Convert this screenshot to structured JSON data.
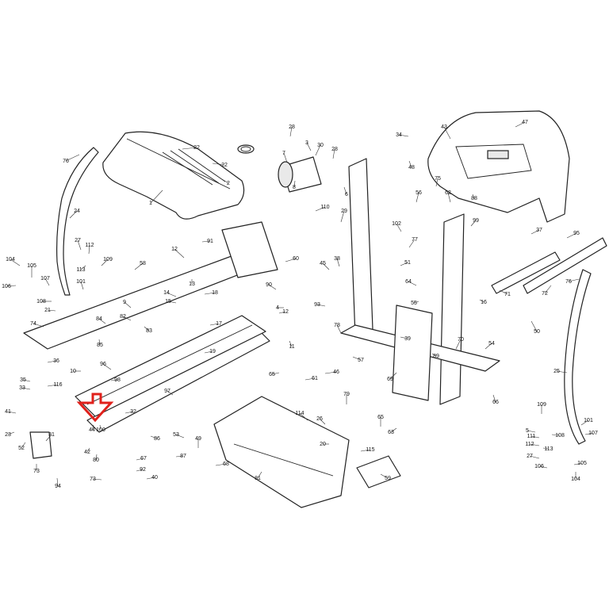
{
  "colors": {
    "line": "#222222",
    "highlight_arrow": "#e0201b",
    "background": "#ffffff"
  },
  "callouts": [
    {
      "id": "c76a",
      "label": "76"
    },
    {
      "id": "c24",
      "label": "24"
    },
    {
      "id": "c1",
      "label": "1"
    },
    {
      "id": "c22a",
      "label": "22"
    },
    {
      "id": "c22b",
      "label": "22"
    },
    {
      "id": "c2a",
      "label": "2"
    },
    {
      "id": "c28a",
      "label": "28"
    },
    {
      "id": "c7",
      "label": "7"
    },
    {
      "id": "c30",
      "label": "30"
    },
    {
      "id": "c8",
      "label": "8"
    },
    {
      "id": "c28b",
      "label": "28"
    },
    {
      "id": "c3",
      "label": "3"
    },
    {
      "id": "c34",
      "label": "34"
    },
    {
      "id": "c48a",
      "label": "48"
    },
    {
      "id": "c43",
      "label": "43"
    },
    {
      "id": "c47",
      "label": "47"
    },
    {
      "id": "c104a",
      "label": "104"
    },
    {
      "id": "c105a",
      "label": "105"
    },
    {
      "id": "c106a",
      "label": "106"
    },
    {
      "id": "c107a",
      "label": "107"
    },
    {
      "id": "c108a",
      "label": "108"
    },
    {
      "id": "c27a",
      "label": "27"
    },
    {
      "id": "c112a",
      "label": "112"
    },
    {
      "id": "c109a",
      "label": "109"
    },
    {
      "id": "c113a",
      "label": "113"
    },
    {
      "id": "c58a",
      "label": "58"
    },
    {
      "id": "c101a",
      "label": "101"
    },
    {
      "id": "c9",
      "label": "9"
    },
    {
      "id": "c12a",
      "label": "12"
    },
    {
      "id": "c60",
      "label": "60"
    },
    {
      "id": "c110",
      "label": "110"
    },
    {
      "id": "c29",
      "label": "29"
    },
    {
      "id": "c56",
      "label": "56"
    },
    {
      "id": "c62",
      "label": "62"
    },
    {
      "id": "c75",
      "label": "75"
    },
    {
      "id": "c88",
      "label": "88"
    },
    {
      "id": "c99",
      "label": "99"
    },
    {
      "id": "c102",
      "label": "102"
    },
    {
      "id": "c51",
      "label": "51"
    },
    {
      "id": "c45",
      "label": "45"
    },
    {
      "id": "c38a",
      "label": "38"
    },
    {
      "id": "c64",
      "label": "64"
    },
    {
      "id": "c55",
      "label": "55"
    },
    {
      "id": "c93",
      "label": "93"
    },
    {
      "id": "c89",
      "label": "89"
    },
    {
      "id": "c37",
      "label": "37"
    },
    {
      "id": "c95",
      "label": "95"
    },
    {
      "id": "c71",
      "label": "71"
    },
    {
      "id": "c72",
      "label": "72"
    },
    {
      "id": "c16",
      "label": "16"
    },
    {
      "id": "c50",
      "label": "50"
    },
    {
      "id": "c76b",
      "label": "76"
    },
    {
      "id": "c25",
      "label": "25"
    },
    {
      "id": "c74",
      "label": "74"
    },
    {
      "id": "c84",
      "label": "84"
    },
    {
      "id": "c85",
      "label": "85"
    },
    {
      "id": "c82",
      "label": "82"
    },
    {
      "id": "c83",
      "label": "83"
    },
    {
      "id": "c17",
      "label": "17"
    },
    {
      "id": "c18",
      "label": "18"
    },
    {
      "id": "c14",
      "label": "14"
    },
    {
      "id": "c15",
      "label": "15"
    },
    {
      "id": "c19",
      "label": "19"
    },
    {
      "id": "c90",
      "label": "90"
    },
    {
      "id": "c23",
      "label": "23"
    },
    {
      "id": "c31",
      "label": "31"
    },
    {
      "id": "c73a",
      "label": "73"
    },
    {
      "id": "c94",
      "label": "94"
    },
    {
      "id": "c67",
      "label": "67"
    },
    {
      "id": "c96",
      "label": "96"
    },
    {
      "id": "c97",
      "label": "97"
    },
    {
      "id": "c86",
      "label": "86"
    },
    {
      "id": "c100",
      "label": "100"
    },
    {
      "id": "c44",
      "label": "44"
    },
    {
      "id": "c80",
      "label": "80"
    },
    {
      "id": "c53",
      "label": "53"
    },
    {
      "id": "c49",
      "label": "49"
    },
    {
      "id": "c87",
      "label": "87"
    },
    {
      "id": "c92",
      "label": "92"
    },
    {
      "id": "c40",
      "label": "40"
    },
    {
      "id": "c68",
      "label": "68"
    },
    {
      "id": "c73b",
      "label": "73"
    },
    {
      "id": "c81",
      "label": "81"
    },
    {
      "id": "c114",
      "label": "114"
    },
    {
      "id": "c79",
      "label": "79"
    },
    {
      "id": "c65a",
      "label": "65"
    },
    {
      "id": "c63",
      "label": "63"
    },
    {
      "id": "c61",
      "label": "61"
    },
    {
      "id": "c46",
      "label": "46"
    },
    {
      "id": "c115",
      "label": "115"
    },
    {
      "id": "c59",
      "label": "59"
    },
    {
      "id": "c69",
      "label": "69"
    },
    {
      "id": "c57",
      "label": "57"
    },
    {
      "id": "c39",
      "label": "39"
    },
    {
      "id": "c66",
      "label": "66"
    },
    {
      "id": "c54",
      "label": "54"
    },
    {
      "id": "c11",
      "label": "11"
    },
    {
      "id": "c21",
      "label": "21"
    },
    {
      "id": "c41",
      "label": "41"
    },
    {
      "id": "c52",
      "label": "52"
    },
    {
      "id": "c116",
      "label": "116"
    },
    {
      "id": "c35",
      "label": "35"
    },
    {
      "id": "c33",
      "label": "33"
    },
    {
      "id": "c36",
      "label": "36"
    },
    {
      "id": "c111",
      "label": "111"
    },
    {
      "id": "c5",
      "label": "5"
    },
    {
      "id": "c10",
      "label": "10"
    },
    {
      "id": "c26",
      "label": "26"
    },
    {
      "id": "c20",
      "label": "20"
    },
    {
      "id": "c98",
      "label": "98"
    },
    {
      "id": "c91",
      "label": "91"
    },
    {
      "id": "c32",
      "label": "32"
    },
    {
      "id": "c42",
      "label": "42"
    },
    {
      "id": "c65b",
      "label": "65"
    },
    {
      "id": "c109b",
      "label": "109"
    },
    {
      "id": "c101b",
      "label": "101"
    },
    {
      "id": "c107b",
      "label": "107"
    },
    {
      "id": "c108b",
      "label": "108"
    },
    {
      "id": "c113b",
      "label": "113"
    },
    {
      "id": "c112b",
      "label": "112"
    },
    {
      "id": "c105b",
      "label": "105"
    },
    {
      "id": "c106b",
      "label": "106"
    },
    {
      "id": "c104b",
      "label": "104"
    },
    {
      "id": "c27b",
      "label": "27"
    },
    {
      "id": "c6",
      "label": "6"
    },
    {
      "id": "c4",
      "label": "4"
    },
    {
      "id": "c13",
      "label": "13"
    },
    {
      "id": "c70",
      "label": "70"
    },
    {
      "id": "c77",
      "label": "77"
    },
    {
      "id": "c78",
      "label": "78"
    },
    {
      "id": "c12b",
      "label": "12"
    }
  ]
}
